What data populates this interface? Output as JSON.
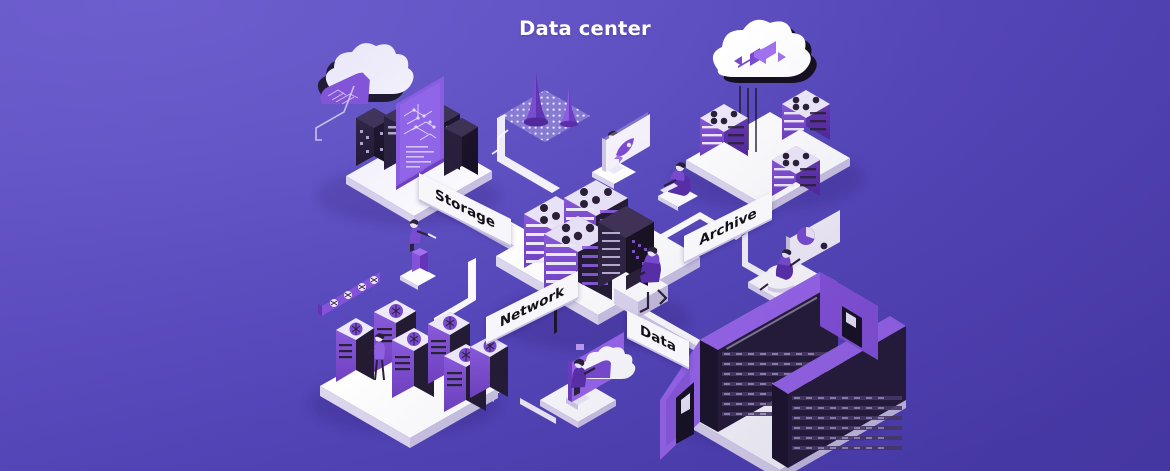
{
  "page": {
    "title": "Data center",
    "background": {
      "top_left": "#6a5ccb",
      "bottom_right": "#4d3fb0"
    },
    "palette": {
      "accent_purple": "#7b4fd4",
      "light_purple": "#9b6ee8",
      "deep_purple": "#5b3aa8",
      "dark": "#221a2e",
      "darker": "#15101f",
      "white": "#ffffff",
      "off_white": "#f2f0f8",
      "shadow": "#d7d1ec"
    },
    "style": "isometric flat illustration"
  },
  "labels": [
    {
      "id": "storage",
      "text": "Storage",
      "tilt": "down"
    },
    {
      "id": "archive",
      "text": "Archive",
      "tilt": "up"
    },
    {
      "id": "network",
      "text": "Network",
      "tilt": "up"
    },
    {
      "id": "data",
      "text": "Data",
      "tilt": "down"
    }
  ],
  "zones": [
    {
      "id": "storage-zone",
      "name": "Storage",
      "position": "top-left",
      "elements": [
        "cloud-heart-icon",
        "tablet-with-circuit-board",
        "dark-server-rack-row",
        "white-isometric-platform",
        "connector-cable"
      ]
    },
    {
      "id": "archive-zone",
      "name": "Archive",
      "position": "top-right",
      "elements": [
        "cloud-sync-arrows-icon",
        "server-rack-unit",
        "server-rack-unit",
        "server-rack-unit",
        "white-isometric-platform",
        "connector-cable"
      ]
    },
    {
      "id": "core-zone",
      "name": "Core cluster",
      "position": "center",
      "elements": [
        "server-stack-with-cooling-fans",
        "server-stack-with-cooling-fans",
        "server-stack-with-cooling-fans",
        "dark-control-tower",
        "operator-at-desk",
        "white-isometric-platform"
      ]
    },
    {
      "id": "network-zone",
      "name": "Network",
      "position": "bottom-left",
      "elements": [
        "wall-mounted-fan-panel",
        "server-tower-with-fan-top",
        "server-tower-with-fan-top",
        "server-tower-with-fan-top",
        "server-tower-with-fan-top",
        "server-tower-with-fan-top",
        "server-tower-with-fan-top",
        "technician-figure",
        "white-isometric-platform"
      ]
    },
    {
      "id": "data-zone",
      "name": "Data",
      "position": "bottom-right",
      "elements": [
        "server-room-with-walls-and-doors",
        "dense-server-rack-rows",
        "white-isometric-platform"
      ]
    }
  ],
  "figures": [
    {
      "id": "podium-operator",
      "name": "person-at-podium",
      "zone": "storage-zone"
    },
    {
      "id": "screen-presenter",
      "name": "person-pointing-at-screen",
      "zone": "core-zone"
    },
    {
      "id": "laptop-sitter",
      "name": "person-sitting-with-laptop",
      "zone": "archive-zone"
    },
    {
      "id": "desk-operator",
      "name": "person-working-at-desk",
      "zone": "core-zone"
    },
    {
      "id": "beanbag-sitter",
      "name": "person-sitting-with-tablet",
      "zone": "data-zone"
    },
    {
      "id": "cloud-screen-user",
      "name": "person-at-cloud-screen",
      "zone": "network-zone"
    },
    {
      "id": "rack-technician",
      "name": "technician-at-rack",
      "zone": "network-zone"
    }
  ],
  "screens": [
    {
      "id": "rocket-screen",
      "icon": "rocket-icon",
      "position": "top-center"
    },
    {
      "id": "chart-screen",
      "icon": "pie-chart-icon",
      "position": "mid-right"
    },
    {
      "id": "cloud-screen",
      "icon": "cloud-icon",
      "position": "bottom-center"
    }
  ],
  "decorations": [
    {
      "id": "cone-pair",
      "name": "purple-cones-on-dotted-pad",
      "count": 2
    },
    {
      "id": "cloud-heart",
      "name": "cloud-with-heart-icon"
    },
    {
      "id": "cloud-sync",
      "name": "cloud-with-sync-arrows-icon"
    }
  ]
}
